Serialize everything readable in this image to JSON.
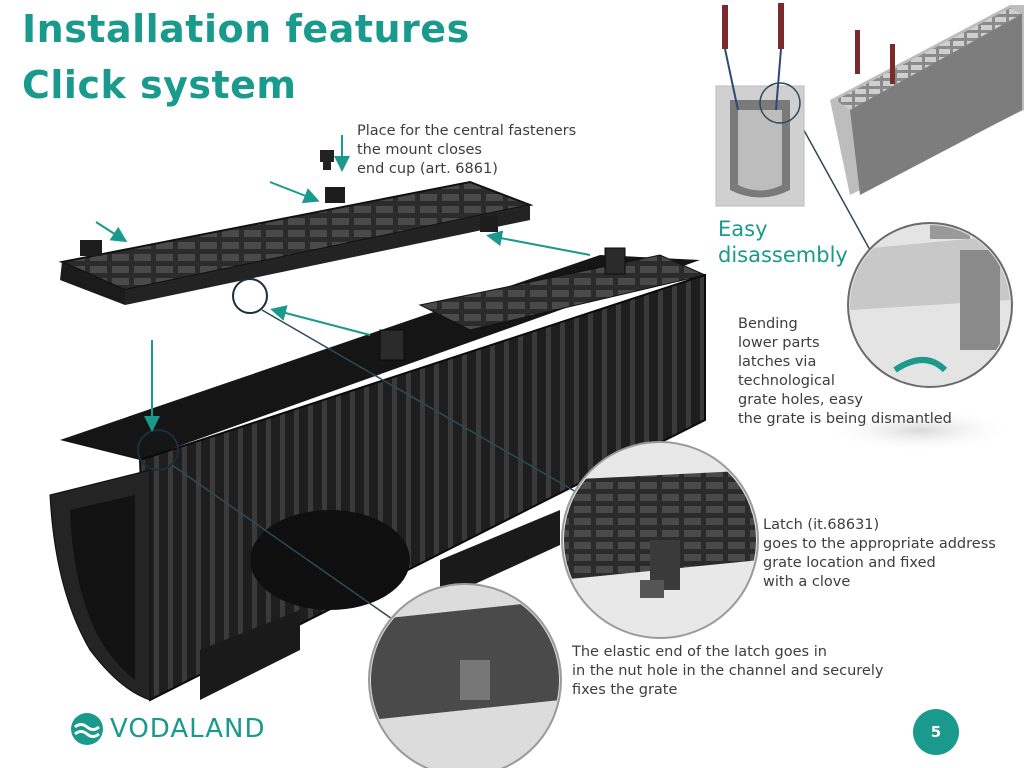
{
  "title": {
    "line1": "Installation features",
    "line2": "Click system"
  },
  "callouts": {
    "fasteners": "Place for the central fasteners\nthe mount closes\nend cup (art. 6861)",
    "easy_disassembly": "Easy\ndisassembly",
    "bending": "Bending\nlower parts\nlatches via\ntechnological\ngrate holes, easy\nthe grate is being dismantled",
    "latch": "Latch (it.68631)\ngoes to the appropriate address\ngrate location and fixed\nwith a clove",
    "elastic": "The elastic end of the latch goes in\nin the nut hole in the channel and securely\nfixes the grate"
  },
  "brand": {
    "name": "VODALAND",
    "icon": "wave-logo-icon"
  },
  "page": {
    "number": "5"
  },
  "colors": {
    "accent": "#1a9a8c",
    "text": "#3d3d3d"
  }
}
